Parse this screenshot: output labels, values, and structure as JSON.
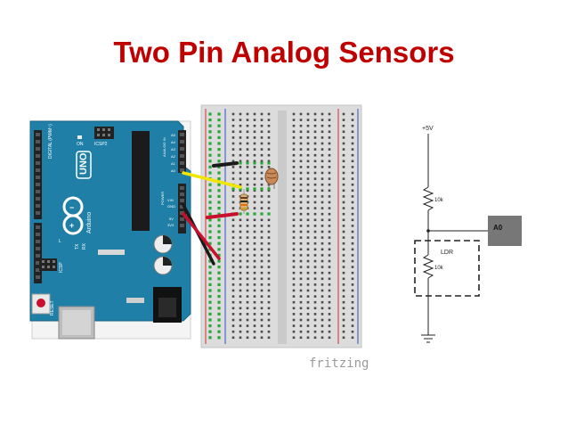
{
  "slide": {
    "title": "Two Pin Analog Sensors"
  },
  "arduino": {
    "logo": "UNO",
    "brand": "Arduino",
    "header_digital": "DIGITAL (PWM~)",
    "header_analog": "ANALOG IN",
    "header_power": "POWER",
    "label_icsp": "ICSP",
    "label_icsp2": "ICSP2",
    "label_reset": "RESET",
    "label_on": "ON",
    "label_tx": "TX",
    "label_rx": "RX",
    "label_l": "L",
    "pin_a0": "A0",
    "pin_a1": "A1",
    "pin_a2": "A2",
    "pin_a3": "A3",
    "pin_a4": "A4",
    "pin_a5": "A5",
    "pin_vin": "VIN",
    "pin_gnd": "GND",
    "pin_5v": "5V",
    "pin_3v3": "3V3"
  },
  "breadboard": {
    "watermark": "fritzing"
  },
  "schematic": {
    "supply_label": "+5V",
    "resistor_top_label": "10k",
    "resistor_bottom_label": "10k",
    "ldr_label": "LDR",
    "output_label": "A0"
  },
  "colors": {
    "title": "#c00000",
    "board": "#1f7fa6",
    "wire_yellow": "#f2e600",
    "wire_red": "#c8102e",
    "wire_black": "#1a1a1a",
    "breadboard": "#dcdcdc",
    "rail_red": "#d03030",
    "rail_blue": "#3050c0",
    "hole_green": "#27a836",
    "output_box": "#777777"
  }
}
